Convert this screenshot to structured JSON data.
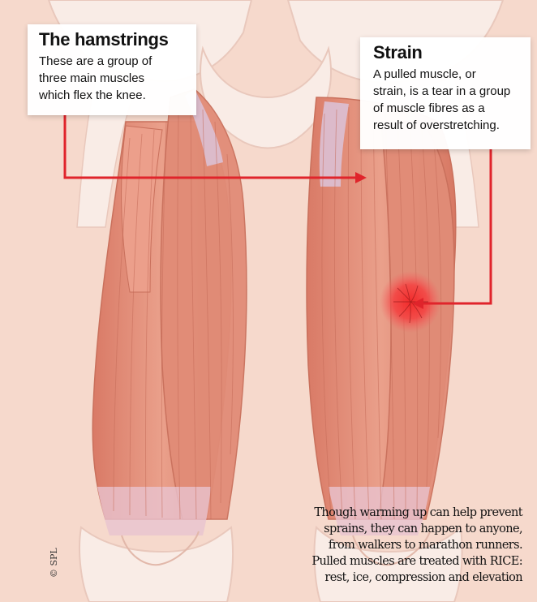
{
  "callouts": {
    "hamstrings": {
      "title": "The hamstrings",
      "lines": [
        "These are a group of",
        "three main muscles",
        "which flex the knee."
      ]
    },
    "strain": {
      "title": "Strain",
      "lines": [
        "A pulled muscle, or",
        "strain, is a tear in a group",
        "of muscle fibres as a",
        "result of overstretching."
      ]
    }
  },
  "caption": {
    "lines": [
      "Though warming up can help prevent",
      "sprains, they can happen to anyone,",
      "from walkers to marathon runners.",
      "Pulled muscles are treated with RICE:",
      "rest, ice, compression and elevation"
    ]
  },
  "credit": "© SPL",
  "colors": {
    "background": "#f6d9cc",
    "bone": "#f9ece6",
    "muscle": "#e79480",
    "muscle_dark": "#c9705c",
    "tendon": "#dcc0d4",
    "arrow": "#e0242b",
    "strain_spot": "#f03434"
  }
}
